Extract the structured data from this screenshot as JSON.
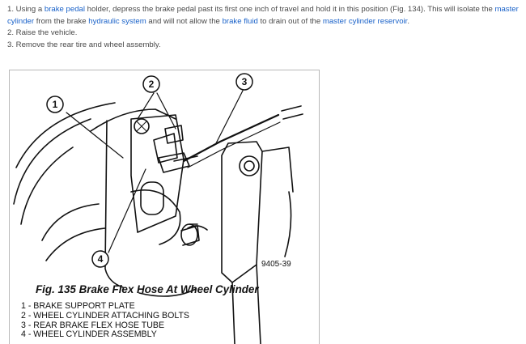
{
  "steps": [
    {
      "prefix": "1. Using a ",
      "link1": "brake pedal",
      "mid1": " holder, depress the brake pedal past its first one inch of travel and hold it in this position (Fig. 134). This will isolate the ",
      "link2": "master cylinder",
      "mid2": " from the brake ",
      "link3": "hydraulic system",
      "mid3": " and will not allow the ",
      "link4": "brake fluid",
      "mid4": " to drain out of the ",
      "link5": "master cylinder reservoir",
      "suffix": "."
    },
    {
      "text": "2. Raise the vehicle."
    },
    {
      "text": "3. Remove the rear tire and wheel assembly."
    }
  ],
  "figure": {
    "callouts": [
      "1",
      "2",
      "3",
      "4"
    ],
    "code": "9405-39",
    "caption": "Fig. 135 Brake Flex Hose At Wheel Cylinder",
    "legend": [
      "1 - BRAKE SUPPORT PLATE",
      "2 - WHEEL CYLINDER ATTACHING BOLTS",
      "3 - REAR BRAKE FLEX HOSE TUBE",
      "4 - WHEEL CYLINDER ASSEMBLY"
    ]
  },
  "colors": {
    "link": "#1a62c9",
    "text": "#4a4a4a",
    "figure_border": "#b9b9b9"
  }
}
